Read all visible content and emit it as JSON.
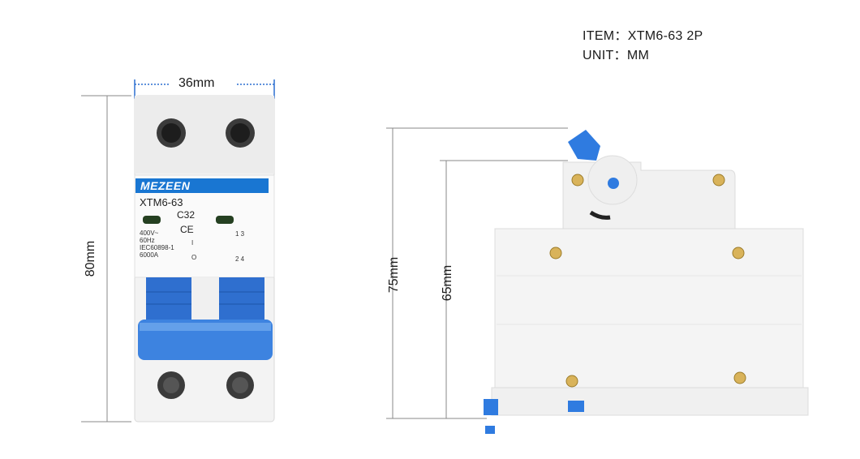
{
  "spec": {
    "item": "ITEM：XTM6-63  2P",
    "unit": "UNIT：MM"
  },
  "dimensions": {
    "width": "36mm",
    "height": "80mm",
    "depth_total": "75mm",
    "depth_body": "65mm"
  },
  "device": {
    "brand": "MEZEEN",
    "model": "XTM6-63",
    "rating": "C32",
    "ce_mark": "CE",
    "specs": [
      "400V~",
      "60Hz",
      "IEC60898-1",
      "6000A"
    ],
    "terminal_top": "1 3",
    "terminal_bottom": "2 4",
    "switch_on": "I",
    "switch_off": "O"
  },
  "colors": {
    "accent": "#1976d2",
    "handle": "#4a90e2",
    "body": "#f4f4f4"
  }
}
